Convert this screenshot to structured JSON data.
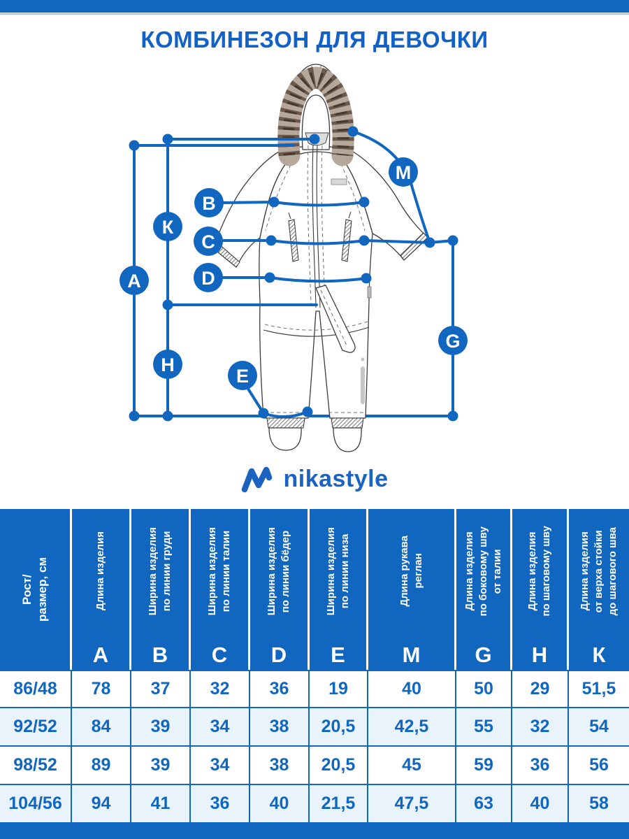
{
  "title": "КОМБИНЕЗОН ДЛЯ ДЕВОЧКИ",
  "brand": "nikastyle",
  "colors": {
    "accent": "#1166bf",
    "row_alt": "#e9f3fc",
    "fur_base": "#b5a79a",
    "fur_dark": "#46382e"
  },
  "diagram": {
    "labels": {
      "a": "A",
      "b": "B",
      "c": "C",
      "d": "D",
      "e": "E",
      "m": "M",
      "g": "G",
      "h": "H",
      "k": "К"
    }
  },
  "table": {
    "size_col_header": "Рост/\nразмер, см",
    "columns": [
      {
        "label": "Длина изделия",
        "letter": "A"
      },
      {
        "label": "Ширина изделия\nпо линии груди",
        "letter": "B"
      },
      {
        "label": "Ширина изделия\nпо линии талии",
        "letter": "C"
      },
      {
        "label": "Ширина изделия\nпо линии бёдер",
        "letter": "D"
      },
      {
        "label": "Ширина изделия\nпо линии низа",
        "letter": "E"
      },
      {
        "label": "Длина  рукава\nреглан",
        "letter": "M"
      },
      {
        "label": "Длина изделия\nпо боковому шву\nот талии",
        "letter": "G"
      },
      {
        "label": "Длина изделия\nпо шаговому шву",
        "letter": "H"
      },
      {
        "label": "Длина изделия\nот верха стойки\nдо шагового шва",
        "letter": "К"
      }
    ],
    "rows": [
      {
        "size": "86/48",
        "values": [
          "78",
          "37",
          "32",
          "36",
          "19",
          "40",
          "50",
          "29",
          "51,5"
        ]
      },
      {
        "size": "92/52",
        "values": [
          "84",
          "39",
          "34",
          "38",
          "20,5",
          "42,5",
          "55",
          "32",
          "54"
        ]
      },
      {
        "size": "98/52",
        "values": [
          "89",
          "39",
          "34",
          "38",
          "20,5",
          "45",
          "59",
          "36",
          "56"
        ]
      },
      {
        "size": "104/56",
        "values": [
          "94",
          "41",
          "36",
          "40",
          "21,5",
          "47,5",
          "63",
          "40",
          "58"
        ]
      }
    ]
  }
}
